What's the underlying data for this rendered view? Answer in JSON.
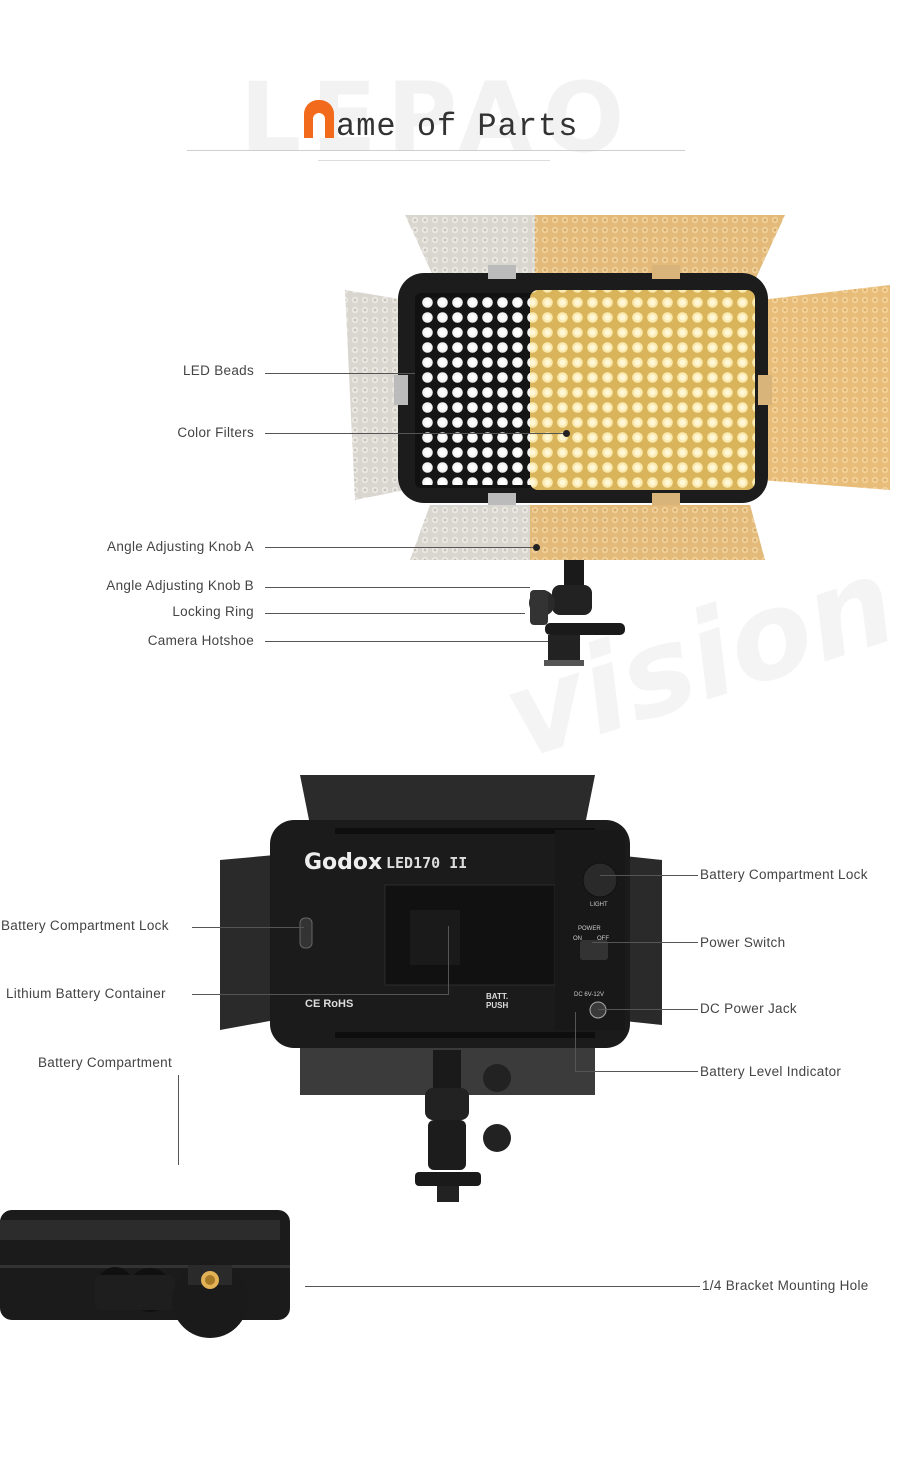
{
  "title": {
    "initial": "N",
    "rest": "ame of Parts",
    "watermark": "LEPAO"
  },
  "front_view": {
    "labels": [
      {
        "id": "led-beads",
        "text": "LED Beads"
      },
      {
        "id": "color-filters",
        "text": "Color Filters"
      },
      {
        "id": "angle-knob-a",
        "text": "Angle Adjusting Knob A"
      },
      {
        "id": "angle-knob-b",
        "text": "Angle Adjusting Knob B"
      },
      {
        "id": "locking-ring",
        "text": "Locking Ring"
      },
      {
        "id": "camera-hotshoe",
        "text": "Camera Hotshoe"
      }
    ]
  },
  "back_view": {
    "brand": "Godox",
    "model": "LED170 II",
    "cert_marks": "CE RoHS",
    "batt_push": "BATT. PUSH",
    "light_label": "LIGHT",
    "power_label": "POWER",
    "power_on": "ON",
    "power_off": "OFF",
    "dc_label": "DC 6V-12V",
    "labels_left": [
      {
        "id": "battery-lock-left",
        "text": "Battery Compartment Lock"
      },
      {
        "id": "lithium-battery",
        "text": "Lithium Battery Container"
      },
      {
        "id": "battery-compartment",
        "text": "Battery Compartment"
      }
    ],
    "labels_right": [
      {
        "id": "battery-lock-right",
        "text": "Battery Compartment Lock"
      },
      {
        "id": "power-switch",
        "text": "Power Switch"
      },
      {
        "id": "dc-power-jack",
        "text": "DC Power Jack"
      },
      {
        "id": "battery-level",
        "text": "Battery Level Indicator"
      }
    ]
  },
  "side_view": {
    "labels": [
      {
        "id": "bracket-hole",
        "text": "1/4 Bracket Mounting Hole"
      }
    ]
  },
  "colors": {
    "accent": "#f26a1b",
    "filter_amber": "#f1d08a",
    "body": "#1c1c1c"
  }
}
